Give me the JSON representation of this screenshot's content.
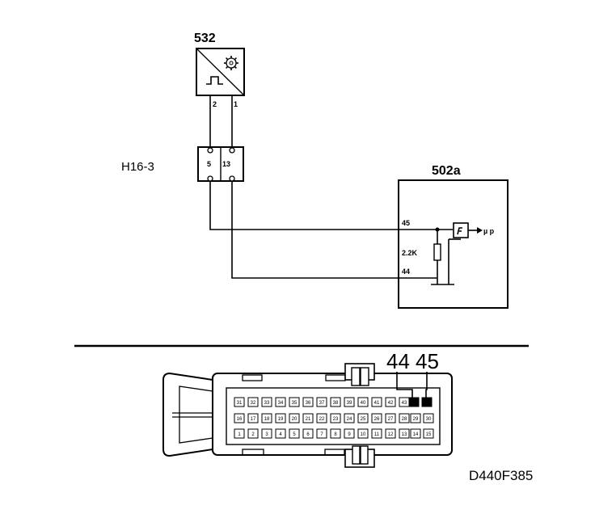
{
  "sensor": {
    "label": "532",
    "pin_left": "2",
    "pin_right": "1"
  },
  "connector": {
    "label": "H16-3",
    "pin_left": "5",
    "pin_right": "13"
  },
  "ecu": {
    "label": "502a",
    "pin_top": "45",
    "pin_bottom": "44",
    "resistor": "2.2K",
    "output": "µ p"
  },
  "plug": {
    "callout_left": "44",
    "callout_right": "45",
    "row_top": [
      "31",
      "32",
      "33",
      "34",
      "35",
      "36",
      "37",
      "38",
      "39",
      "40",
      "41",
      "42",
      "43"
    ],
    "row_mid": [
      "16",
      "17",
      "18",
      "19",
      "20",
      "21",
      "22",
      "23",
      "24",
      "25",
      "26",
      "27",
      "28",
      "29",
      "30"
    ],
    "row_bot": [
      "1",
      "2",
      "3",
      "4",
      "5",
      "6",
      "7",
      "8",
      "9",
      "10",
      "11",
      "12",
      "13",
      "14",
      "15"
    ]
  },
  "figure_code": "D440F385"
}
